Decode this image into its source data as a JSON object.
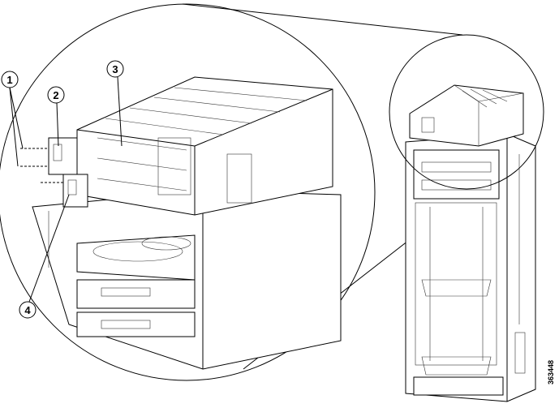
{
  "callouts": [
    {
      "label": "1"
    },
    {
      "label": "2"
    },
    {
      "label": "3"
    },
    {
      "label": "4"
    }
  ],
  "figure_number": "363448"
}
